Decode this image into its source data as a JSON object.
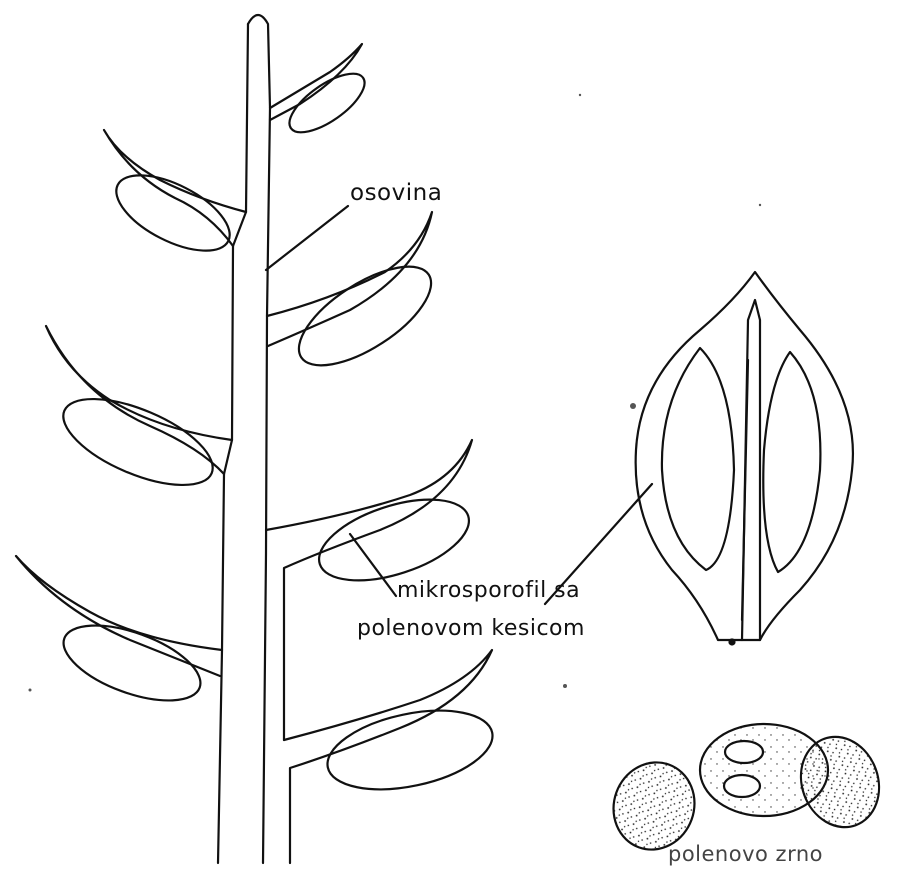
{
  "labels": {
    "axis": "osovina",
    "microsporophyll_line1": "mikrosporofil sa",
    "microsporophyll_line2": "polenovom kesicom",
    "pollen_grain": "polenovo zrno"
  },
  "colors": {
    "ink": "#111111",
    "paper": "#ffffff"
  }
}
